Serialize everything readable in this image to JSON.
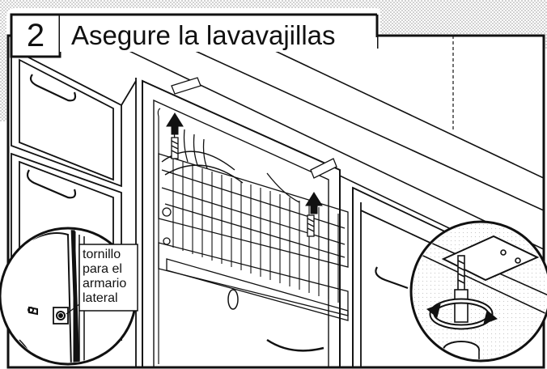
{
  "step": {
    "number": "2",
    "title": "Asegure la lavavajillas"
  },
  "callout": {
    "lines": [
      "tornillo",
      "para el",
      "armario",
      "lateral"
    ]
  },
  "icons": [
    "up-arrow-icon",
    "rotation-arrow-icon"
  ]
}
